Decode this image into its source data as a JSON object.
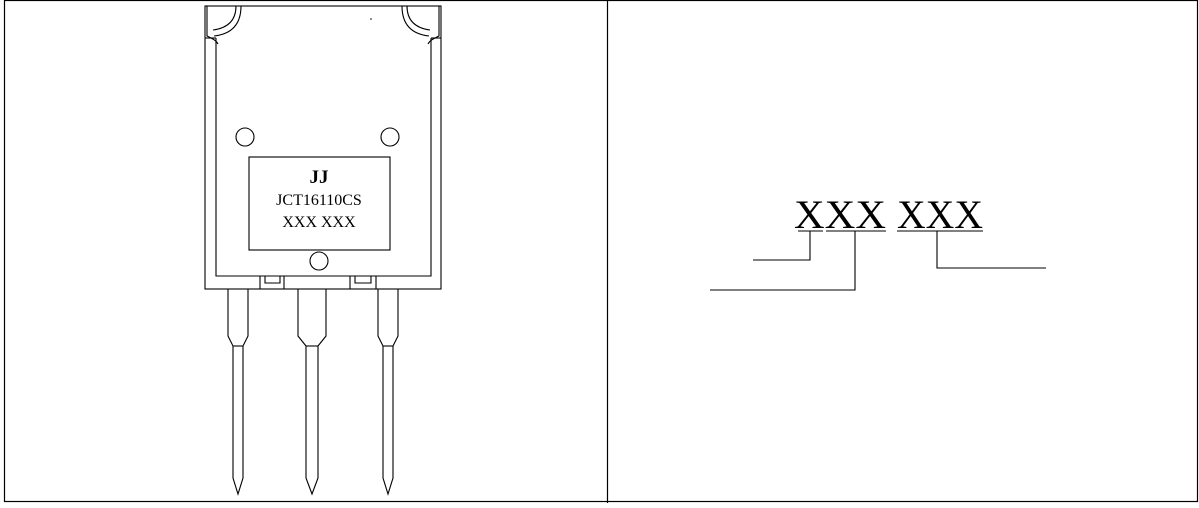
{
  "package_label": {
    "logo_text": "JJ",
    "part_number": "JCT16110CS",
    "code_line": "XXX XXX"
  },
  "marking_legend": {
    "group1": "XXX",
    "group2": "XXX"
  }
}
